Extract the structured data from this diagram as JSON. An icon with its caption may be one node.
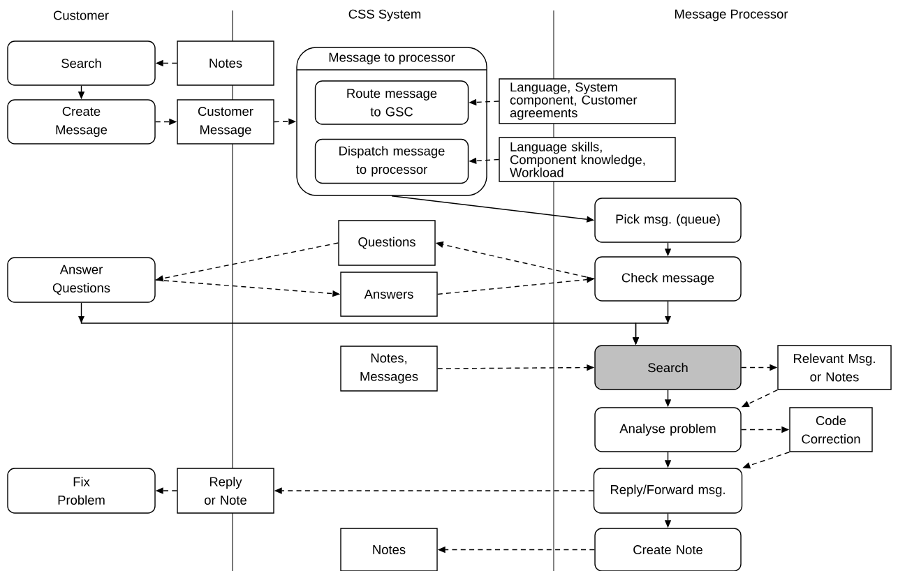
{
  "diagram": {
    "nodes": [
      {
        "text": [
          "Search"
        ]
      },
      {
        "text": [
          "Notes"
        ]
      },
      {
        "text": [
          "Create Message"
        ]
      },
      {
        "text": [
          "Customer Message"
        ]
      },
      {
        "text": [
          "Message to processor"
        ]
      },
      {
        "text": [
          "Route message to GSC"
        ],
        "in": 4
      },
      {
        "text": [
          "Dispatch message to processor"
        ],
        "in": 4
      },
      {
        "text": [
          "Language, System component, Customer agreements"
        ]
      },
      {
        "text": [
          "Language skills, Component knowledge, Workload"
        ]
      },
      {
        "text": [
          "Pick msg. (queue)"
        ]
      },
      {
        "text": [
          "Questions"
        ]
      },
      {
        "text": [
          "Answer Questions"
        ]
      },
      {
        "text": [
          "Answers"
        ]
      },
      {
        "text": [
          "Check message"
        ]
      },
      {
        "text": [
          "Notes, Messages"
        ]
      },
      {
        "text": [
          "Search"
        ]
      },
      {
        "text": [
          "Relevant Msg. or Notes"
        ]
      },
      {
        "text": [
          "Analyse problem"
        ]
      },
      {
        "text": [
          "Code Correction"
        ]
      },
      {
        "text": [
          "Fix Problem"
        ]
      },
      {
        "text": [
          "Reply or Note"
        ]
      },
      {
        "text": [
          "Reply/Forward msg."
        ]
      },
      {
        "text": [
          "Notes"
        ]
      },
      {
        "text": [
          "Create Note"
        ]
      }
    ],
    "edges": [
      {
        "from": 1,
        "to": 0,
        "arrow": "to",
        "style": "dashed"
      },
      {
        "from": 0,
        "to": 2,
        "arrow": "to"
      },
      {
        "from": 2,
        "to": 3,
        "arrow": "to",
        "style": "dashed"
      },
      {
        "from": 3,
        "to": 4,
        "arrow": "to",
        "style": "dashed"
      },
      {
        "from": 7,
        "to": 5,
        "arrow": "to",
        "style": "dashed"
      },
      {
        "from": 8,
        "to": 6,
        "arrow": "to",
        "style": "dashed"
      },
      {
        "from": 4,
        "to": 9,
        "arrow": "to"
      },
      {
        "from": 9,
        "to": 13,
        "arrow": "to"
      },
      {
        "from": 13,
        "to": 10,
        "arrow": "to",
        "style": "dashed"
      },
      {
        "from": 10,
        "to": 11,
        "arrow": "to",
        "style": "dashed"
      },
      {
        "from": 11,
        "to": 12,
        "arrow": "to",
        "style": "dashed"
      },
      {
        "from": 12,
        "to": 13,
        "arrow": "to",
        "style": "dashed"
      },
      {
        "from": 11,
        "to": 15,
        "arrow": "to"
      },
      {
        "from": 13,
        "to": 15,
        "arrow": "to"
      },
      {
        "from": 14,
        "to": 15,
        "arrow": "to",
        "style": "dashed"
      },
      {
        "from": 15,
        "to": 16,
        "arrow": "to",
        "style": "dashed"
      },
      {
        "from": 16,
        "to": 17,
        "arrow": "to",
        "style": "dashed"
      },
      {
        "from": 17,
        "to": 18,
        "arrow": "to",
        "style": "dashed"
      },
      {
        "from": 18,
        "to": 21,
        "arrow": "to",
        "style": "dashed"
      },
      {
        "from": 15,
        "to": 17,
        "arrow": "to"
      },
      {
        "from": 17,
        "to": 21,
        "arrow": "to"
      },
      {
        "from": 21,
        "to": 20,
        "arrow": "to",
        "style": "dashed"
      },
      {
        "from": 20,
        "to": 19,
        "arrow": "to",
        "style": "dashed"
      },
      {
        "from": 21,
        "to": 23,
        "arrow": "to"
      },
      {
        "from": 23,
        "to": 22,
        "arrow": "to",
        "style": "dashed"
      }
    ],
    "labels": [
      "Customer",
      "CSS System",
      "Message Processor"
    ]
  }
}
